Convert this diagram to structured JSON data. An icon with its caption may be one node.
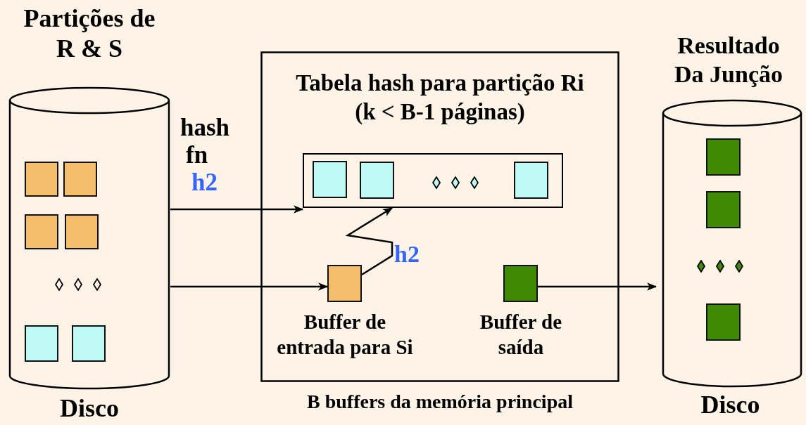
{
  "diagram": {
    "nodes": [
      {
        "text": [
          "Partições de R & S",
          "Disco"
        ]
      },
      {
        "text": [],
        "shape": "box",
        "in": 0
      },
      {
        "text": [],
        "shape": "box",
        "in": 0
      },
      {
        "text": [],
        "shape": "box",
        "in": 0
      },
      {
        "text": [],
        "shape": "box",
        "in": 0
      },
      {
        "text": [],
        "shape": "box",
        "in": 0
      },
      {
        "text": [],
        "shape": "box",
        "in": 0
      },
      {
        "text": [
          "B buffers da memória principal"
        ]
      },
      {
        "text": [],
        "shape": "box",
        "in": 7,
        "beside": [
          "Tabela hash para partição Ri (k < B-1 páginas)"
        ]
      },
      {
        "text": [],
        "shape": "box",
        "in": 8
      },
      {
        "text": [],
        "shape": "box",
        "in": 8
      },
      {
        "text": [],
        "shape": "box",
        "in": 8
      },
      {
        "text": [],
        "shape": "box",
        "in": 7,
        "beside": [
          "Buffer de entrada para Si"
        ]
      },
      {
        "text": [],
        "shape": "box",
        "in": 7,
        "beside": [
          "Buffer de saída"
        ]
      },
      {
        "text": [
          "Resultado Da Junção",
          "Disco"
        ]
      },
      {
        "text": [],
        "shape": "box",
        "in": 14
      },
      {
        "text": [],
        "shape": "box",
        "in": 14
      },
      {
        "text": [],
        "shape": "box",
        "in": 14
      }
    ],
    "edges": [
      {
        "from": 0,
        "to": 8,
        "arrow": "to",
        "label": "hash fn h2"
      },
      {
        "from": 0,
        "to": 12,
        "arrow": "to"
      },
      {
        "from": 12,
        "to": 8,
        "arrow": "to",
        "label": "h2"
      },
      {
        "from": 13,
        "to": 14,
        "arrow": "to"
      }
    ]
  }
}
